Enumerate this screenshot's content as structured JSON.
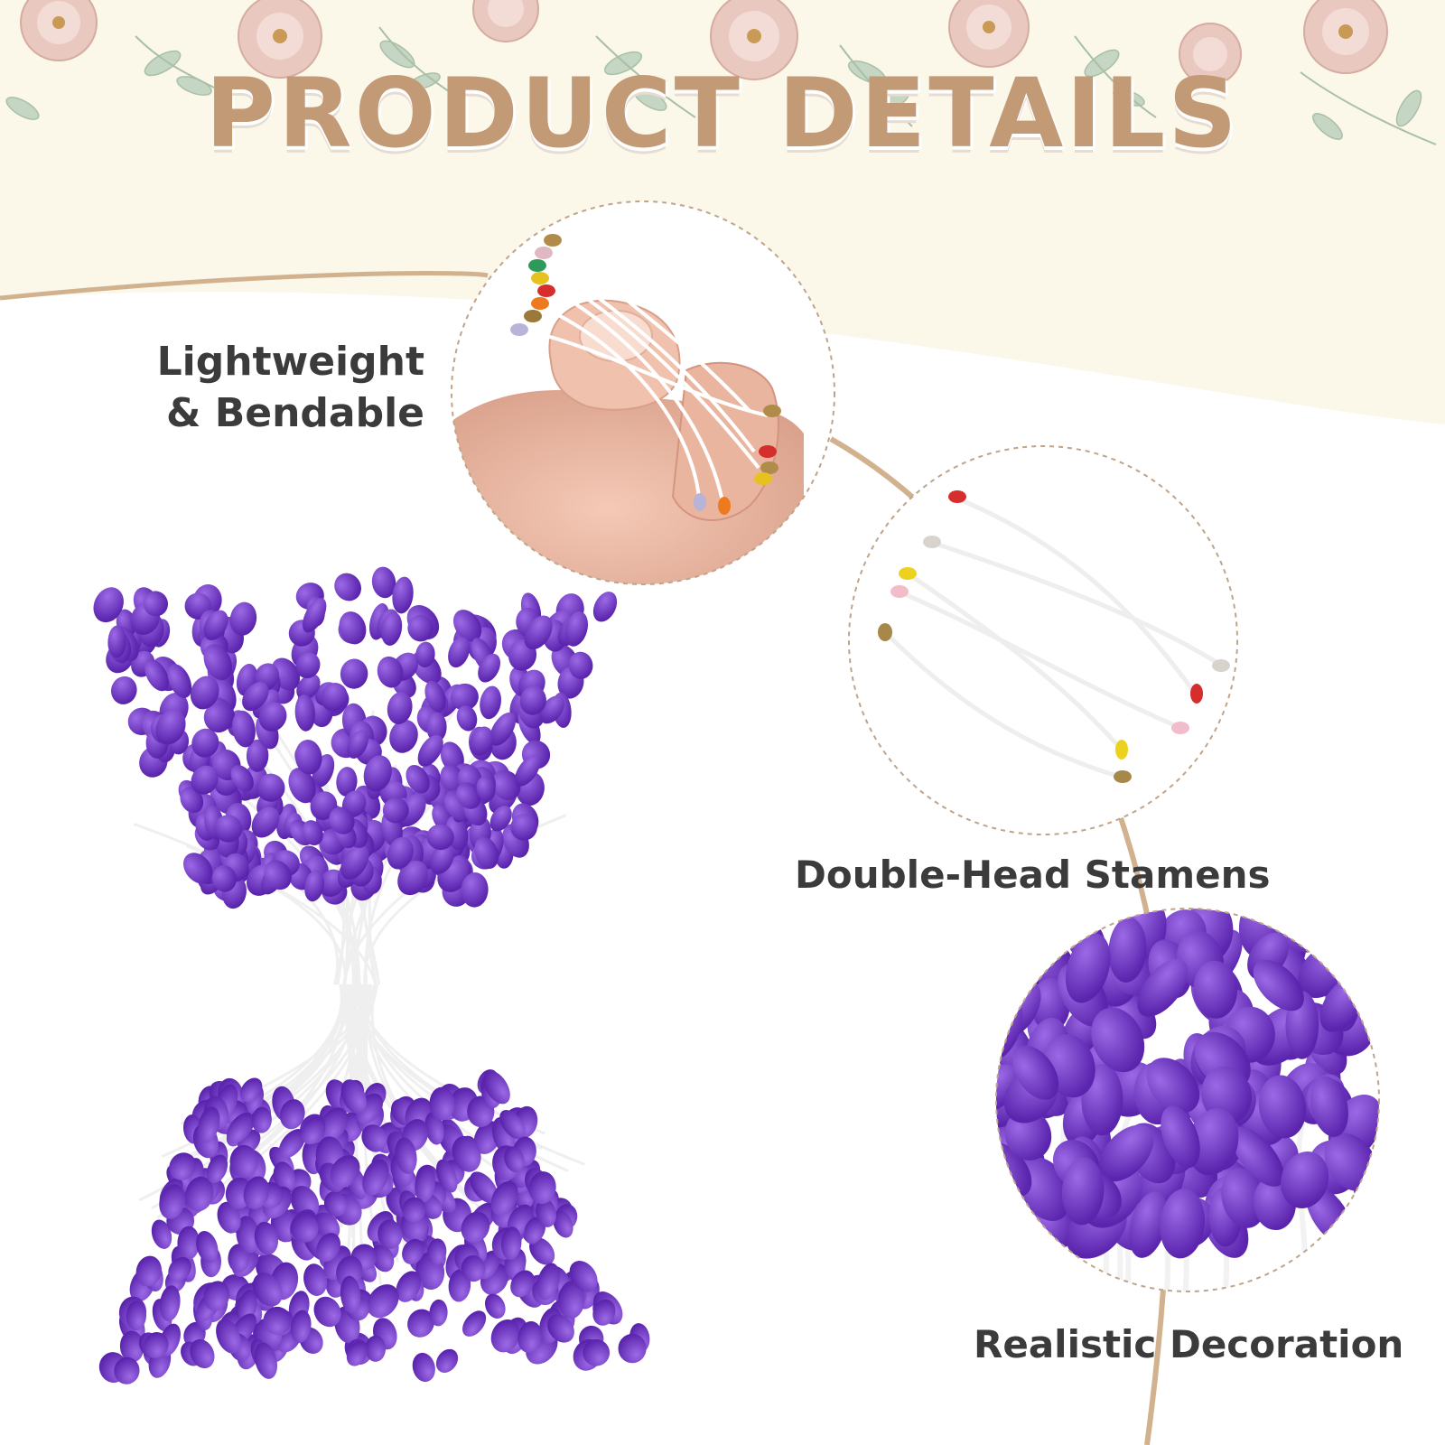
{
  "title": "PRODUCT DETAILS",
  "features": [
    {
      "line1": "Lightweight",
      "line2": "& Bendable"
    },
    {
      "text": "Double-Head Stamens"
    },
    {
      "text": "Realistic Decoration"
    }
  ],
  "colors": {
    "background": "#ffffff",
    "banner": "#fbf7e9",
    "title": "#c39a76",
    "label": "#3b3b3b",
    "arc": "#d2b28e",
    "stamen_purple": "#6a2fc2",
    "stamen_stem": "#ffffff"
  }
}
